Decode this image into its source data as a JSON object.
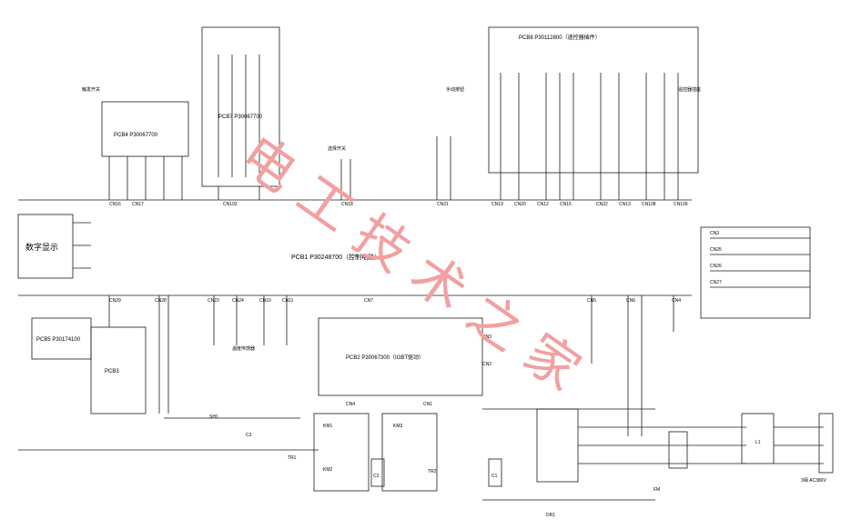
{
  "watermark": "电工技术之家",
  "main_board": "PCB1 P30248700（控制电路）",
  "boards": {
    "pcb2": "PCB2 P30067300（IGBT驱动）",
    "pcb3": "PCB3",
    "pcb4": "PCB4 P30067700",
    "pcb7": "PCB7 P30067700",
    "pcb5": "PCB5 P30174100",
    "pcb8": "PCB8 P30112800（遥控器插件）",
    "display": "数字显示"
  },
  "notes": {
    "trigger": "触发开关",
    "button": "手动按钮",
    "selector": "选择开关",
    "remote": "遥控器插座",
    "input": "3相 AC380V",
    "sensor": "温度传感器"
  },
  "connectors": {
    "top": [
      "CN16",
      "CN17",
      "CN102",
      "CN18",
      "CN21",
      "CN19",
      "CN20",
      "CN12",
      "CN15",
      "CN22",
      "CN13",
      "CN108",
      "CN109"
    ],
    "mid": [
      "CN29",
      "CN28",
      "CN23",
      "CN24",
      "CN10",
      "CN11",
      "CN7",
      "CN5",
      "CN6",
      "CN4"
    ],
    "bottom": [
      "CN4",
      "CN1",
      "CN3",
      "CN2"
    ],
    "right": [
      "CN3",
      "CN25",
      "CN26",
      "CN27"
    ]
  },
  "components": {
    "bridge": "DR1",
    "fan": "FM",
    "l1": "L1",
    "relays": [
      "KM1",
      "KM2",
      "KM3"
    ],
    "caps": [
      "C1",
      "C2",
      "C3"
    ],
    "tr1": "TR1",
    "tr2": "TR2",
    "shunt": "SH1"
  },
  "colors": {
    "line": "#1a1a1a",
    "watermark": "#f2a0a0"
  }
}
